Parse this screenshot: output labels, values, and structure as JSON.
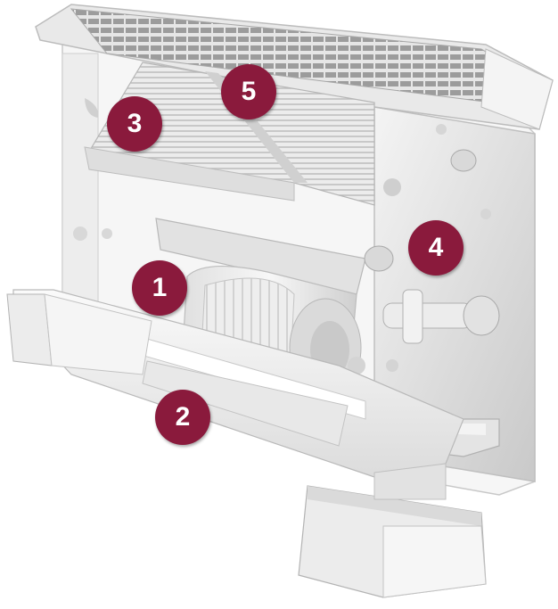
{
  "markers": {
    "m1": "1",
    "m2": "2",
    "m3": "3",
    "m4": "4",
    "m5": "5"
  },
  "colors": {
    "marker": "#8a1a3c",
    "casing": "#f2f2f2",
    "shadow": "#d6d6d6"
  },
  "icons": [
    "fan-coil-unit-illustration"
  ]
}
